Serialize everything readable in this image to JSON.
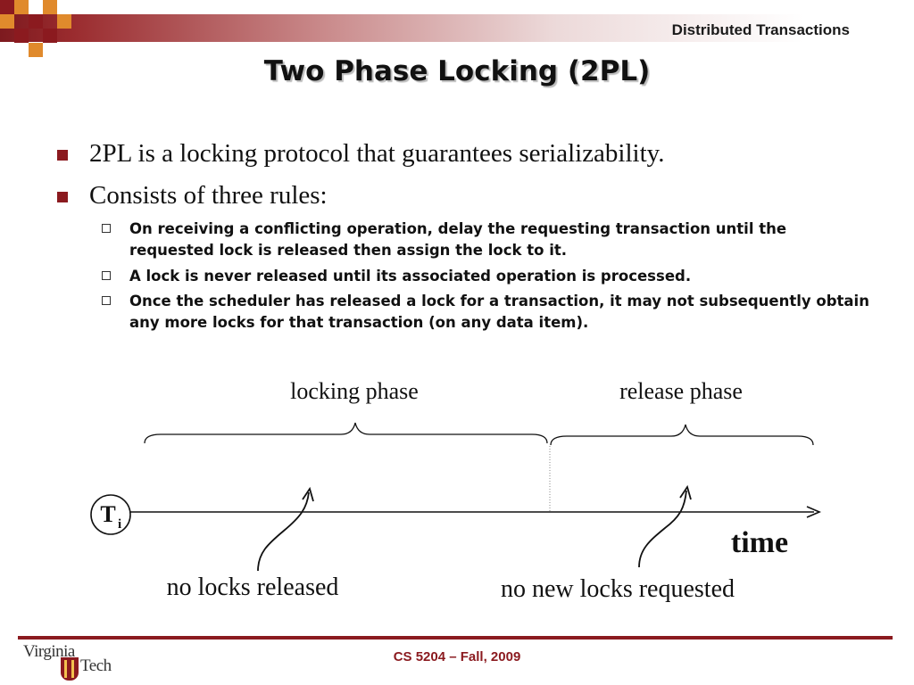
{
  "header": {
    "label": "Distributed Transactions",
    "colors": {
      "accent": "#8b1a1f",
      "square_orange": "#e08a2c"
    }
  },
  "slide": {
    "title": "Two Phase Locking (2PL)",
    "bullets": [
      "2PL is a locking protocol that guarantees serializability.",
      "Consists of three rules:"
    ],
    "sub_bullets": [
      "On receiving a conflicting operation, delay the requesting transaction until the requested lock is released then assign the lock to it.",
      "A lock is never released until its associated operation is processed.",
      "Once the scheduler has released a lock for a transaction, it may not subsequently obtain any more locks for that transaction (on any data item)."
    ]
  },
  "diagram": {
    "locking_phase": "locking phase",
    "release_phase": "release phase",
    "transaction_base": "T",
    "transaction_sub": "i",
    "time_label": "time",
    "note_locking": "no locks released",
    "note_release": "no new locks requested"
  },
  "footer": {
    "course": "CS 5204 – Fall, 2009",
    "logo_top": "Virginia",
    "logo_bottom": "Tech"
  }
}
